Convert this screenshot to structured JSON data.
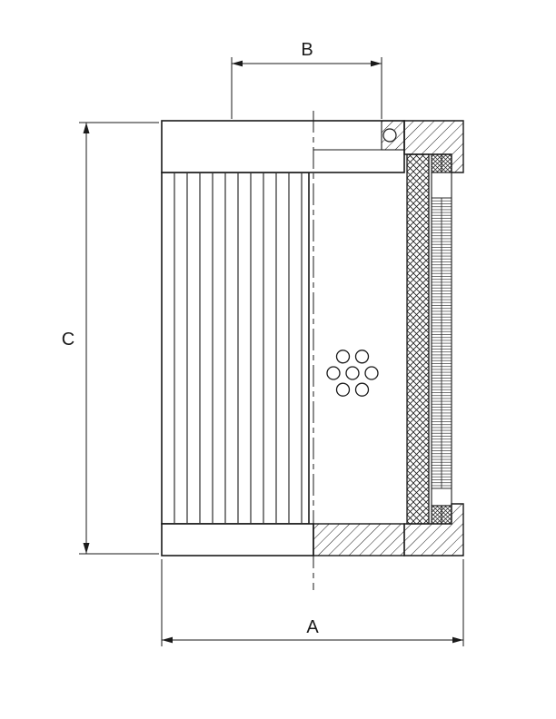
{
  "page": {
    "background": "#ffffff",
    "ink": "#1a1a1a"
  },
  "drawing": {
    "dimensions": {
      "a": "A",
      "b": "B",
      "c": "C"
    }
  }
}
